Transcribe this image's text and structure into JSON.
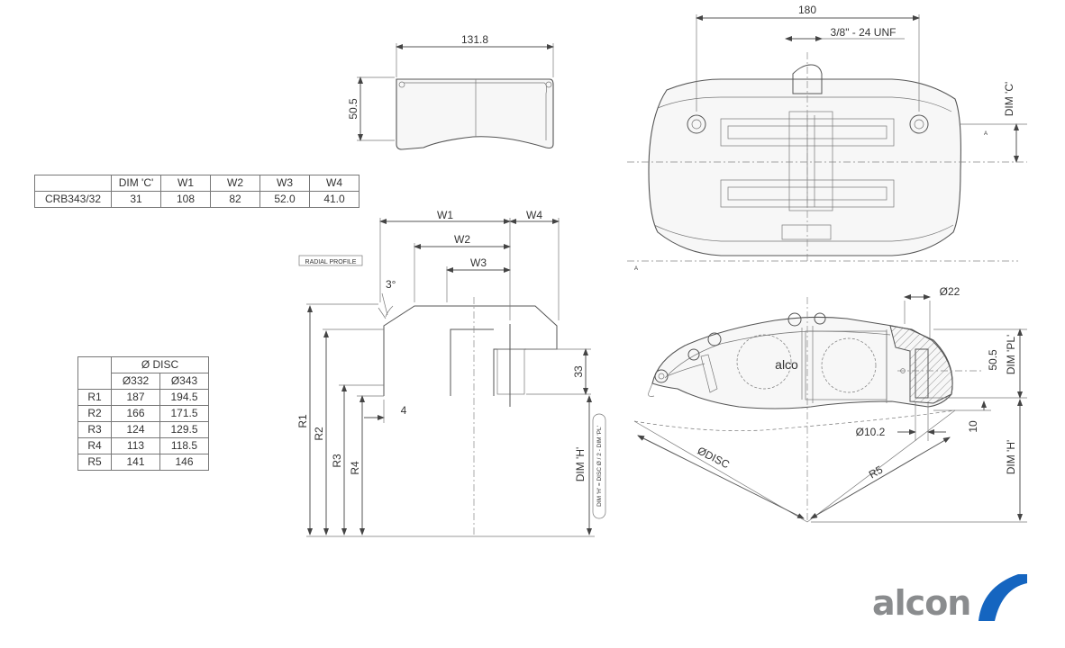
{
  "dimensions": {
    "pad_width": "131.8",
    "pad_height": "50.5",
    "caliper_width": "180",
    "thread": "3/8\" - 24 UNF",
    "dim_c": "DIM 'C'",
    "w1": "W1",
    "w2": "W2",
    "w3": "W3",
    "w4": "W4",
    "angle": "3°",
    "step": "4",
    "depth": "33",
    "r1": "R1",
    "r2": "R2",
    "r3": "R3",
    "r4": "R4",
    "dim_h": "DIM 'H'",
    "formula": "DIM 'H' = DISC Ø / 2 - DIM 'PL'",
    "radial_profile": "RADIAL PROFILE",
    "dia22": "Ø22",
    "dia102": "Ø10.2",
    "pl_value": "50.5",
    "dim_pl": "DIM 'PL'",
    "ten": "10",
    "odisc": "ØDISC",
    "r5": "R5",
    "dim_h2": "DIM 'H'",
    "caliper_logo": "alco"
  },
  "spec_table": {
    "headers": [
      "",
      "DIM 'C'",
      "W1",
      "W2",
      "W3",
      "W4"
    ],
    "rows": [
      [
        "CRB343/32",
        "31",
        "108",
        "82",
        "52.0",
        "41.0"
      ]
    ]
  },
  "radius_table": {
    "title": "Ø DISC",
    "subheaders": [
      "Ø332",
      "Ø343"
    ],
    "rows": [
      [
        "R1",
        "187",
        "194.5"
      ],
      [
        "R2",
        "166",
        "171.5"
      ],
      [
        "R3",
        "124",
        "129.5"
      ],
      [
        "R4",
        "113",
        "118.5"
      ],
      [
        "R5",
        "141",
        "146"
      ]
    ]
  },
  "brand": {
    "name": "alcon",
    "color": "#8a8c8e",
    "accent": "#1565c0"
  }
}
